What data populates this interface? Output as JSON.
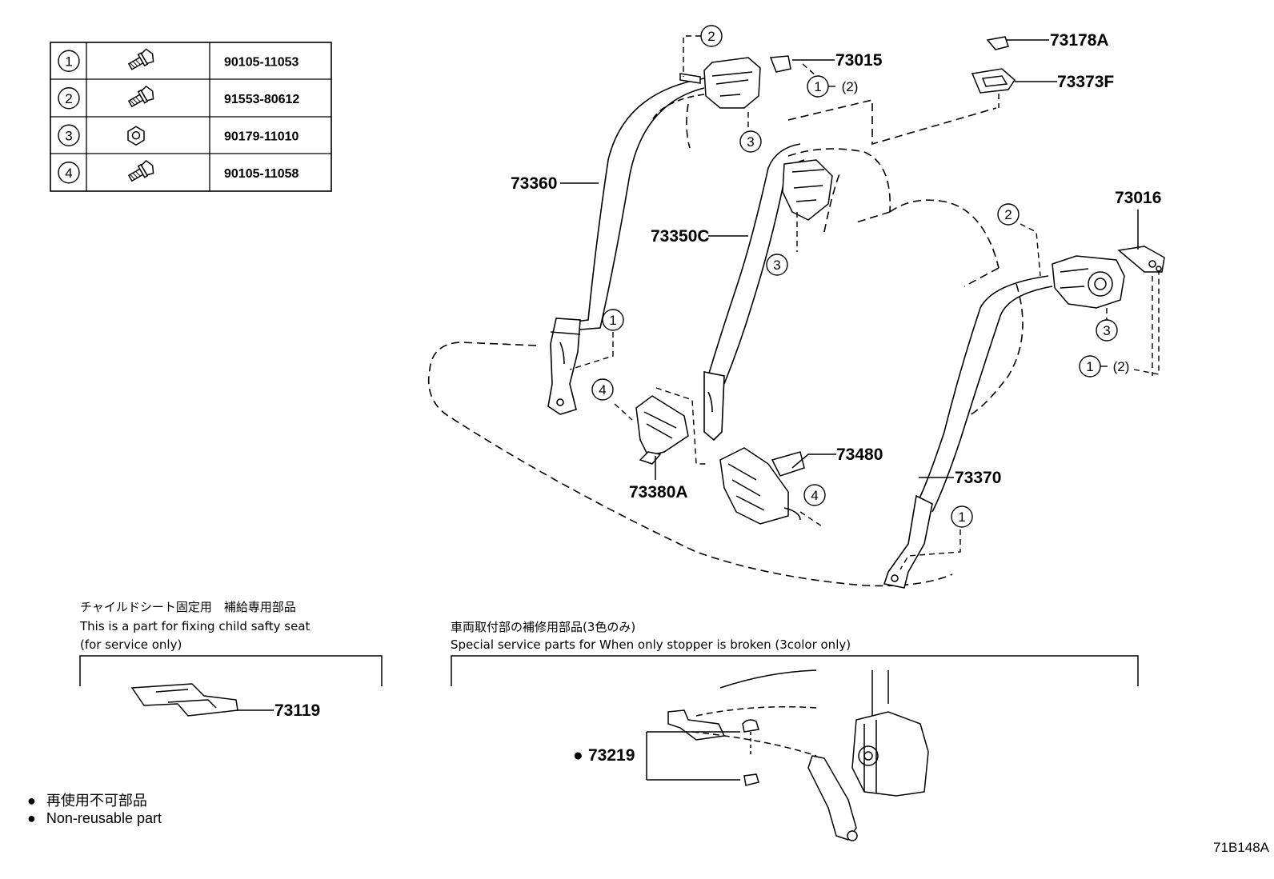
{
  "fastener_table": [
    {
      "no": "1",
      "part": "90105-11053",
      "icon": "bolt-icon"
    },
    {
      "no": "2",
      "part": "91553-80612",
      "icon": "bolt-icon"
    },
    {
      "no": "3",
      "part": "90179-11010",
      "icon": "nut-icon"
    },
    {
      "no": "4",
      "part": "90105-11058",
      "icon": "bolt-icon"
    }
  ],
  "callouts": {
    "c73360": "73360",
    "c73350c": "73350C",
    "c73015": "73015",
    "c73178a": "73178A",
    "c73373f": "73373F",
    "c73016": "73016",
    "c73480": "73480",
    "c73380a": "73380A",
    "c73370": "73370",
    "c73119": "73119",
    "c73219": "73219",
    "bullet": "●"
  },
  "circle_refs": {
    "one": "1",
    "two": "2",
    "three": "3",
    "four": "4",
    "paren_two": "(2)"
  },
  "notes": {
    "child_seat_jp": "チャイルドシート固定用　補給専用部品",
    "child_seat_en1": "This is a part for fixing child safty seat",
    "child_seat_en2": "(for service only)",
    "stopper_jp": "車両取付部の補修用部品(3色のみ)",
    "stopper_en": "Special service parts for When only stopper is broken (3color only)"
  },
  "legend": {
    "bullet": "●",
    "non_reusable_jp": "再使用不可部品",
    "non_reusable_en": "Non-reusable part"
  },
  "drawing_code": "71B148A"
}
